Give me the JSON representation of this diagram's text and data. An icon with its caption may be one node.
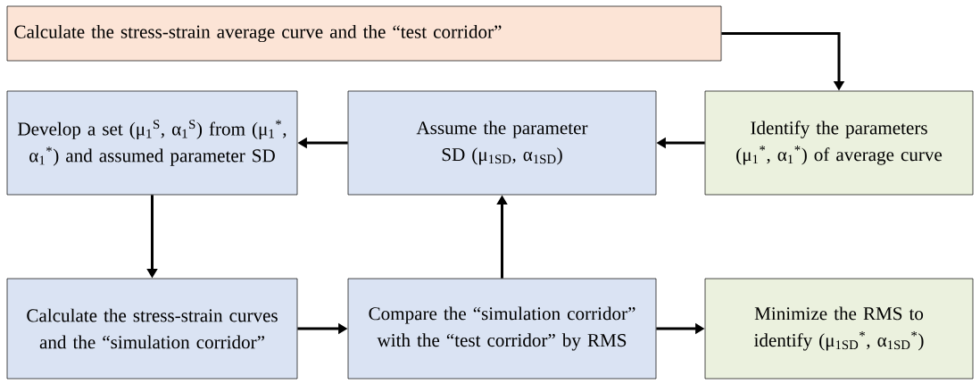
{
  "diagram": {
    "nodes": [
      {
        "text": [
          "Calculate the stress-strain average curve and the “test corridor”"
        ]
      },
      {
        "text": [
          "Develop a set (μ$_{1}$$^{S}$, α$_{1}$$^{S}$) from (μ$_{1}$$^{*}$, α$_{1}$$^{*}$) and assumed parameter SD"
        ]
      },
      {
        "text": [
          "Assume the parameter SD (μ$_{1SD}$, α$_{1SD}$)"
        ]
      },
      {
        "text": [
          "Identify the parameters (μ$_{1}$$^{*}$, α$_{1}$$^{*}$) of average curve"
        ]
      },
      {
        "text": [
          "Calculate the stress-strain curves and the “simulation corridor”"
        ]
      },
      {
        "text": [
          "Compare the “simulation corridor” with the “test corridor” by RMS"
        ]
      },
      {
        "text": [
          "Minimize the RMS to identify (μ$_{1SD}$$^{*}$, α$_{1SD}$$^{*}$)"
        ]
      }
    ],
    "edges": [
      {
        "from": 0,
        "to": 3,
        "arrow": "to"
      },
      {
        "from": 3,
        "to": 2,
        "arrow": "to"
      },
      {
        "from": 2,
        "to": 1,
        "arrow": "to"
      },
      {
        "from": 1,
        "to": 4,
        "arrow": "to"
      },
      {
        "from": 4,
        "to": 5,
        "arrow": "to"
      },
      {
        "from": 5,
        "to": 2,
        "arrow": "to"
      },
      {
        "from": 5,
        "to": 6,
        "arrow": "to"
      }
    ]
  }
}
